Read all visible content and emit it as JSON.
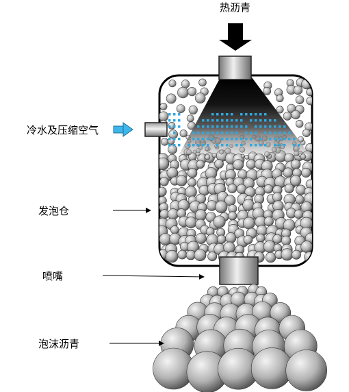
{
  "labels": {
    "top": "热沥青",
    "water_air": "冷水及压缩空气",
    "chamber": "发泡仓",
    "nozzle": "喷嘴",
    "foam": "泡沫沥青"
  },
  "colors": {
    "background": "#ffffff",
    "chamber_fill": "#ffffff",
    "chamber_border": "#000000",
    "air_arrow": "#3fb6ea",
    "spray_dots": "#2fa8df",
    "cone_dark": "#111111",
    "bubble_light": "#f2f2f2",
    "bubble_dark": "#555555"
  }
}
